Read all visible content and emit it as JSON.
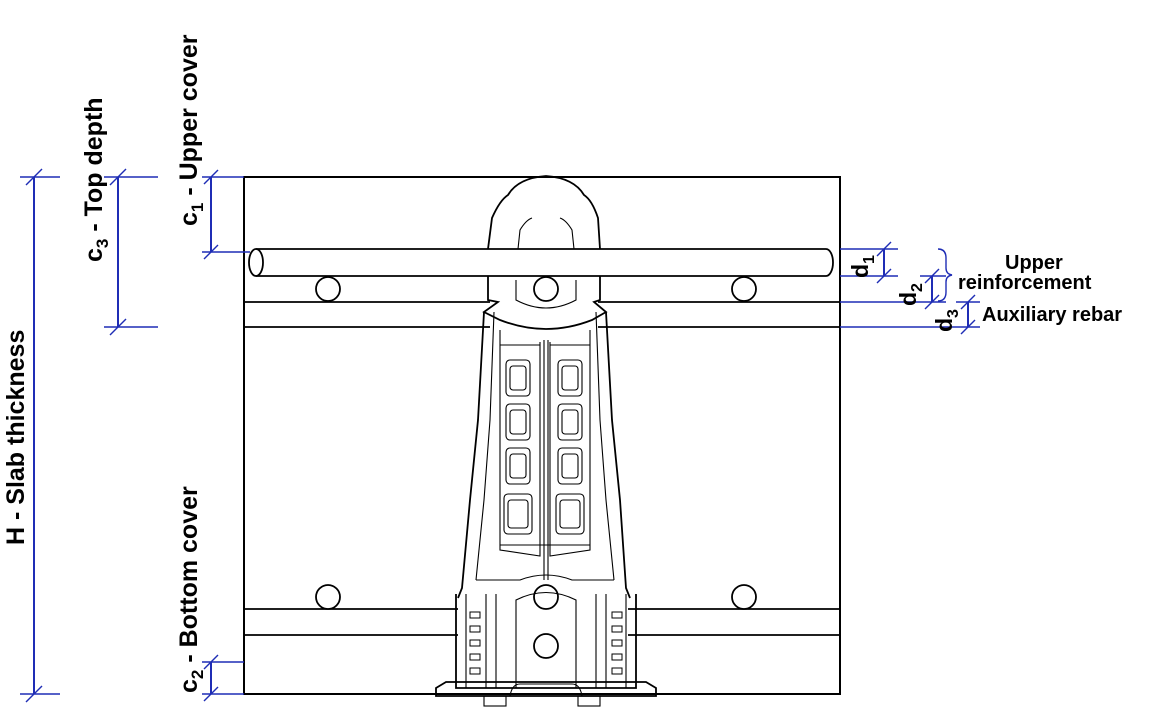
{
  "labels": {
    "slab_thickness": "H - Slab thickness",
    "top_depth_letter": "c",
    "top_depth_sub": "3",
    "top_depth_text": " - Top depth",
    "upper_cover_letter": "c",
    "upper_cover_sub": "1",
    "upper_cover_text": " - Upper cover",
    "bottom_cover_letter": "c",
    "bottom_cover_sub": "2",
    "bottom_cover_text": " - Bottom cover",
    "d1_letter": "d",
    "d1_sub": "1",
    "d2_letter": "d",
    "d2_sub": "2",
    "d3_letter": "d",
    "d3_sub": "3",
    "upper_reinforcement_line1": "Upper",
    "upper_reinforcement_line2": "reinforcement",
    "auxiliary_rebar": "Auxiliary rebar"
  },
  "colors": {
    "dimension": "#1f2db5",
    "drawing": "#000000"
  }
}
